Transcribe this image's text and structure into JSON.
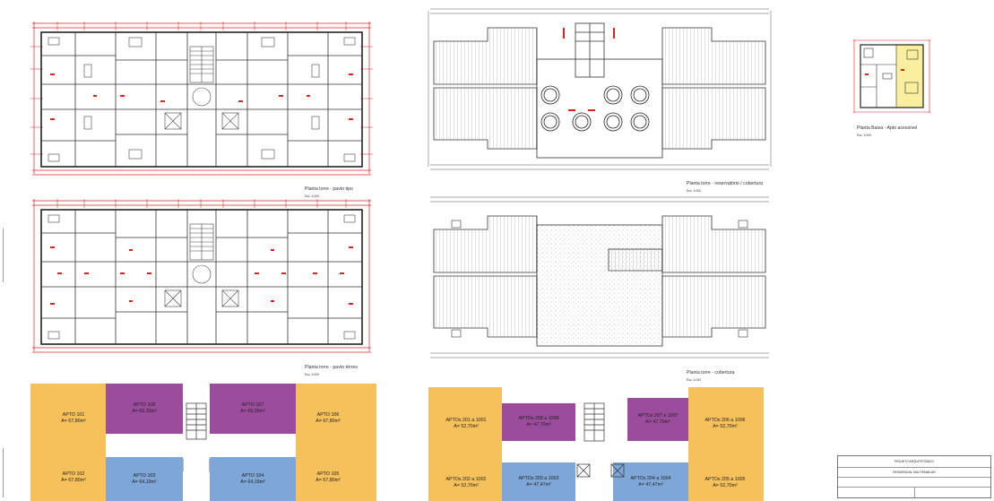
{
  "drawings": {
    "tipo": {
      "title": "Planta torre - pavto tipo",
      "scale": "Esc. 1/100"
    },
    "terreo": {
      "title": "Planta torre - pavto térreo",
      "scale": "Esc. 1/100"
    },
    "reservatorio": {
      "title": "Planta torre - reservatório / cobertura",
      "scale": "Esc. 1/100"
    },
    "cobertura": {
      "title": "Planta torre - cobertura",
      "scale": "Esc. 1/100"
    },
    "acessivel": {
      "title": "Planta Baixa - Apto acessível",
      "scale": "Esc. 1/100"
    }
  },
  "zoning_left": {
    "apto101": {
      "name": "APTO 101",
      "area": "A= 67,80m²"
    },
    "apto108": {
      "name": "APTO 108",
      "area": "A= 69,39m²"
    },
    "apto107": {
      "name": "APTO 107",
      "area": "A= 69,39m²"
    },
    "apto106": {
      "name": "APTO 106",
      "area": "A= 67,80m²"
    },
    "apto102": {
      "name": "APTO 102",
      "area": "A= 67,80m²"
    },
    "apto103": {
      "name": "APTO 103",
      "area": "A= 64,19m²"
    },
    "apto104": {
      "name": "APTO 104",
      "area": "A= 64,19m²"
    },
    "apto105": {
      "name": "APTO 105",
      "area": "A= 67,80m²"
    }
  },
  "zoning_right": {
    "a201": {
      "name": "APTOs 201 a 1001",
      "area": "A= 52,70m²"
    },
    "a208": {
      "name": "APTOs 208 a 1008",
      "area": "A= 47,70m²"
    },
    "a207": {
      "name": "APTOs 207 a 1007",
      "area": "A= 47,70m²"
    },
    "a206": {
      "name": "APTOs 206 a 1006",
      "area": "A= 52,70m²"
    },
    "a202": {
      "name": "APTOs 202 a 1002",
      "area": "A= 52,70m²"
    },
    "a203": {
      "name": "APTOs 203 a 1003",
      "area": "A= 47,47m²"
    },
    "a204": {
      "name": "APTOs 204 a 1004",
      "area": "A= 47,47m²"
    },
    "a205": {
      "name": "APTOs 205 a 1005",
      "area": "A= 52,70m²"
    }
  },
  "title_block": {
    "project": "PROJETO ARQUITETÔNICO",
    "name": "RESIDENCIAL MULTIFAMILIAR"
  },
  "colors": {
    "apto_yellow": "#f6c15a",
    "apto_purple": "#9b4c9c",
    "apto_blue": "#7ea6d6",
    "dimension_red": "#e02020",
    "wall": "#222222"
  }
}
